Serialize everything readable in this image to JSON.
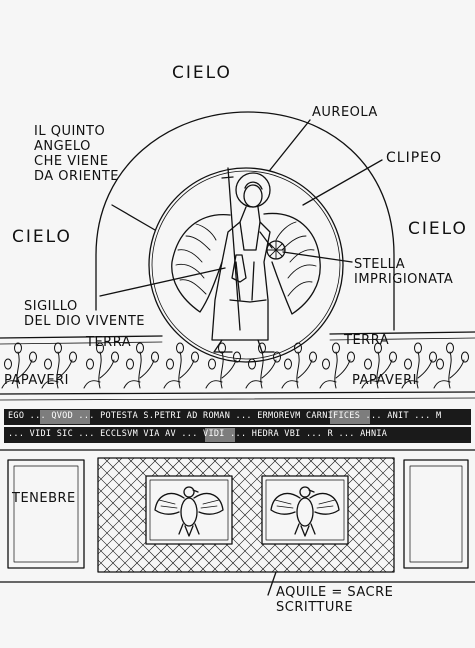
{
  "labels": {
    "cielo_top": "CIELO",
    "cielo_left": "CIELO",
    "cielo_right": "CIELO",
    "aureola": "AUREOLA",
    "clipeo": "CLIPEO",
    "quinto_angelo": "IL QUINTO\nANGELO\nCHE VIENE\nDA ORIENTE",
    "stella": "STELLA\nIMPRIGIONATA",
    "sigillo": "SIGILLO\nDEL DIO VIVENTE",
    "terra_left": "TERRA",
    "terra_right": "TERRA",
    "papaveri_left": "PAPAVERI",
    "papaveri_right": "PAPAVERI",
    "tenebre": "TENEBRE",
    "aquile": "AQUILE = SACRE SCRITTURE"
  },
  "inscription": {
    "line1": "EGO ... QVOD ... POTESTA S.PETRI AD ROMAN ... ERMOREVM CARNIFICES ... ANIT ... M",
    "line2": "... VIDI SIC ... ECCLSVM VIA AV ... VIDI ... HEDRA VBI ... R ... AHNIA"
  },
  "colors": {
    "ink": "#111111",
    "paper": "#f6f6f6",
    "band": "#1a1a1a"
  }
}
